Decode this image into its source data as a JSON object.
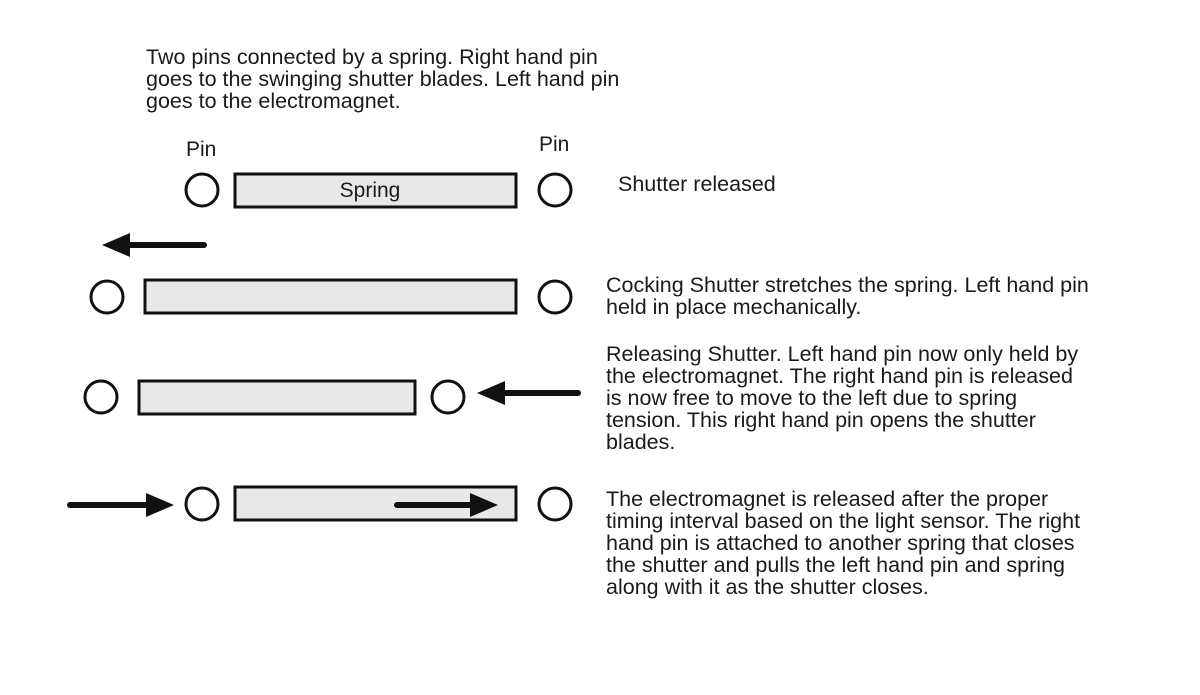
{
  "intro_text": "Two pins connected by a spring. Right hand pin\ngoes to the swinging shutter blades. Left hand pin\ngoes to the electromagnet.",
  "labels": {
    "pin_left": "Pin",
    "pin_right": "Pin",
    "spring": "Spring"
  },
  "steps": [
    {
      "description": "Shutter released"
    },
    {
      "description": "Cocking Shutter stretches the spring. Left hand pin\nheld in place mechanically."
    },
    {
      "description": "Releasing Shutter. Left hand pin now only held by\nthe electromagnet. The right hand pin is released\nis now free to move to the left due to spring\ntension. This right hand pin opens the shutter\nblades."
    },
    {
      "description": "The electromagnet is released after the proper\ntiming interval based on the light sensor. The right\nhand pin is attached to another spring that closes\nthe shutter and pulls the left hand pin and spring\nalong with it as the shutter closes."
    }
  ],
  "colors": {
    "spring_fill": "#e8e8e8",
    "stroke": "#111111"
  }
}
